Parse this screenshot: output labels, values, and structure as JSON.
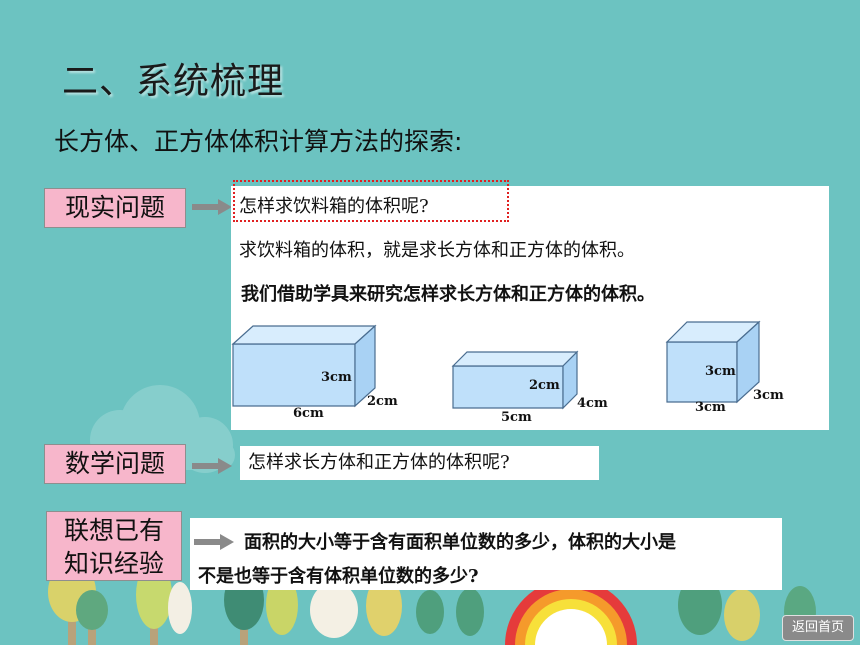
{
  "heading": "二、系统梳理",
  "subheading": "长方体、正方体体积计算方法的探索:",
  "sections": {
    "reality": {
      "label": "现实问题",
      "question": "怎样求饮料箱的体积呢?",
      "line2": "求饮料箱的体积，就是求长方体和正方体的体积。",
      "line3": "我们借助学具来研究怎样求长方体和正方体的体积。"
    },
    "math": {
      "label": "数学问题",
      "question": "怎样求长方体和正方体的体积呢?"
    },
    "knowledge": {
      "label_line1": "联想已有",
      "label_line2": "知识经验",
      "text_line1": "面积的大小等于含有面积单位数的多少，体积的大小是",
      "text_line2": "不是也等于含有体积单位数的多少?"
    }
  },
  "shapes": [
    {
      "name": "cuboid-1",
      "length": "6cm",
      "width": "2cm",
      "height": "3cm"
    },
    {
      "name": "cuboid-2",
      "length": "5cm",
      "width": "4cm",
      "height": "2cm"
    },
    {
      "name": "cube",
      "length": "3cm",
      "width": "3cm",
      "height": "3cm"
    }
  ],
  "home_button": "返回首页",
  "colors": {
    "background": "#6cc3c1",
    "label_fill": "#f7b6cb",
    "box_face": "#bfe0fa",
    "highlight_border": "#e02020"
  }
}
